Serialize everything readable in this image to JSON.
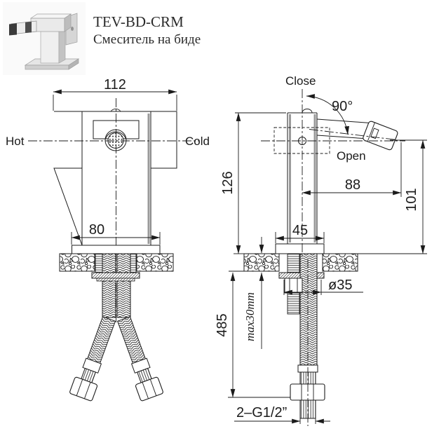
{
  "header": {
    "model": "TEV-BD-CRM",
    "product_name": "Смеситель на биде"
  },
  "front_view": {
    "labels": {
      "hot": "Hot",
      "cold": "Cold"
    },
    "dims": {
      "overall_width": "112",
      "base_width": "80"
    }
  },
  "side_view": {
    "labels": {
      "close": "Close",
      "open": "Open",
      "handle_angle": "90°"
    },
    "dims": {
      "height_above_counter": "126",
      "handle_reach": "88",
      "outlet_height": "101",
      "base_depth": "45",
      "hole_diameter": "ø35",
      "max_counter_thickness": "max30mm",
      "hose_length": "485",
      "connection_thread": "2–G1/2”"
    }
  },
  "colors": {
    "line": "#1b1b1b",
    "shadow_line": "#9a9a9a",
    "background": "#ffffff"
  }
}
